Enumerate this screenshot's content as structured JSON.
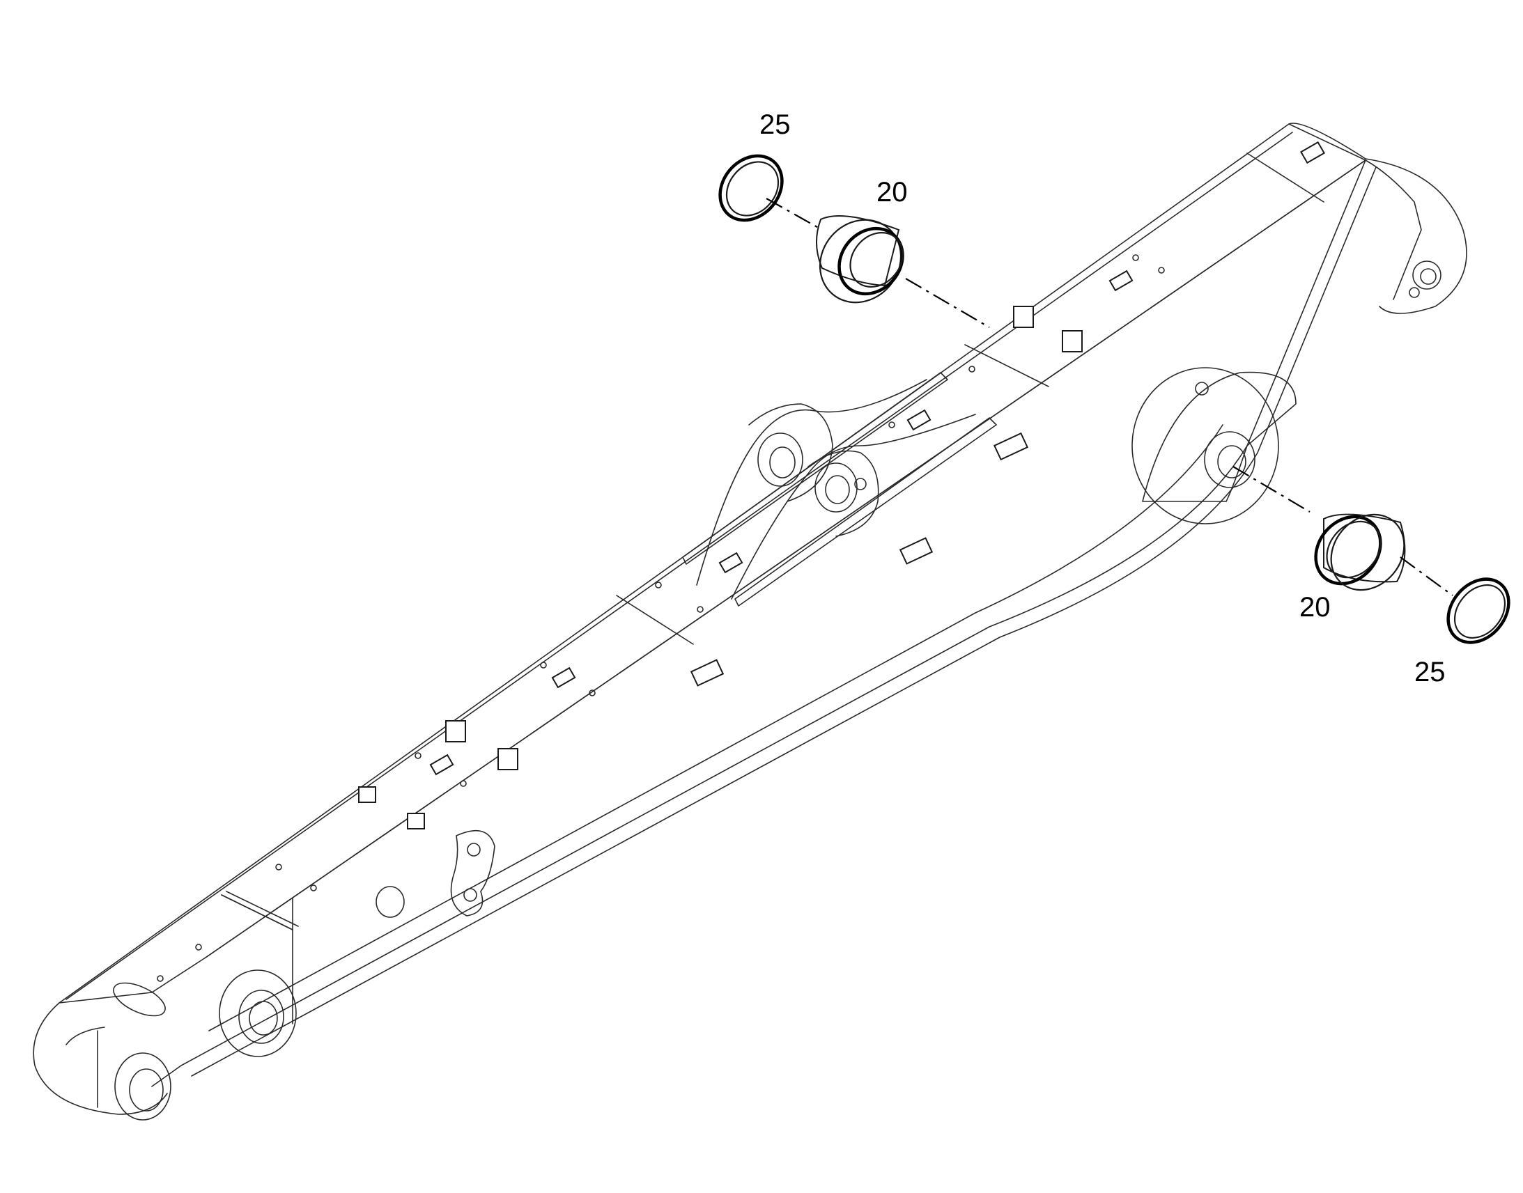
{
  "callouts": {
    "upper_ring": "25",
    "upper_bushing": "20",
    "lower_bushing": "20",
    "lower_ring": "25"
  }
}
